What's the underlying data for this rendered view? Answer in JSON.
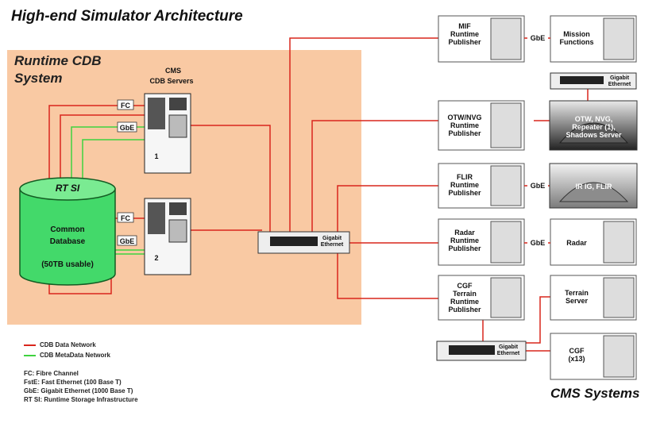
{
  "title": "High-end Simulator Architecture",
  "runtime_area": {
    "title_line1": "Runtime CDB",
    "title_line2": "System"
  },
  "cms_cdb_servers": {
    "line1": "CMS",
    "line2": "CDB Servers",
    "server1_num": "1",
    "server2_num": "2"
  },
  "database": {
    "top": "RT SI",
    "line1": "Common",
    "line2": "Database",
    "line3": "(50TB usable)"
  },
  "link_labels": {
    "fc": "FC",
    "gbe": "GbE"
  },
  "switch_label": {
    "line1": "Gigabit",
    "line2": "Ethernet"
  },
  "publishers": {
    "mif": [
      "MIF",
      "Runtime",
      "Publisher"
    ],
    "otw": [
      "OTW/NVG",
      "Runtime",
      "Publisher"
    ],
    "flir": [
      "FLIR",
      "Runtime",
      "Publisher"
    ],
    "radar": [
      "Radar",
      "Runtime",
      "Publisher"
    ],
    "cgf": [
      "CGF",
      "Terrain",
      "Runtime",
      "Publisher"
    ]
  },
  "right_systems": {
    "mission": [
      "Mission",
      "Functions"
    ],
    "otw_repeater": [
      "OTW, NVG,",
      "Repeater (1),",
      "Shadows Server"
    ],
    "ir_ig": "IR IG, FLIR",
    "radar": "Radar",
    "terrain_server": [
      "Terrain",
      "Server"
    ],
    "cgf": [
      "CGF",
      "(x13)"
    ]
  },
  "cms_systems_label": "CMS Systems",
  "legend": {
    "data_network": "CDB Data Network",
    "metadata_network": "CDB MetaData Network",
    "colors": {
      "data": "#d9261c",
      "metadata": "#3fd23f",
      "runtime_fill": "#f9c9a3",
      "db_fill": "#43d96a"
    }
  },
  "abbreviations": [
    "FC: Fibre Channel",
    "FstE: Fast Ethernet (100 Base T)",
    "GbE: Gigabit Ethernet (1000 Base T)",
    "RT SI: Runtime Storage Infrastructure"
  ]
}
